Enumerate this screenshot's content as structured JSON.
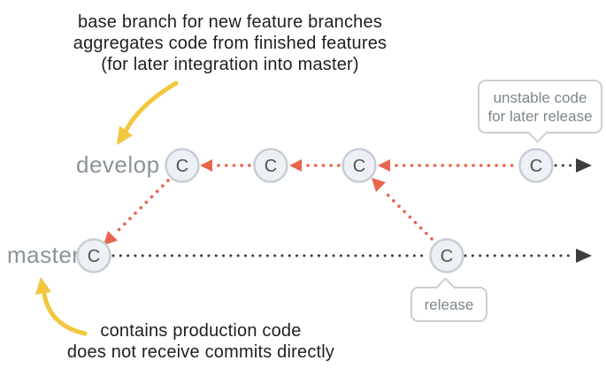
{
  "annotations": {
    "develop_note": "base branch for new feature branches\naggregates code from finished features\n(for later integration into master)",
    "master_note": "contains production code\ndoes not receive commits directly"
  },
  "branches": {
    "develop": {
      "label": "develop"
    },
    "master": {
      "label": "master"
    }
  },
  "commit_label": "C",
  "callouts": {
    "unstable": "unstable code\nfor later release",
    "release": "release"
  },
  "colors": {
    "red": "#e8644f",
    "dark": "#3d3d3d",
    "yellow": "#f2c63e",
    "node-fill": "#edf0f4",
    "node-border": "#c7cdd5",
    "node-text": "#4d555c",
    "label": "#8b939c",
    "ink": "#1f1f1f",
    "callout-border": "#c9cfd4",
    "callout-text": "#7e868e"
  }
}
